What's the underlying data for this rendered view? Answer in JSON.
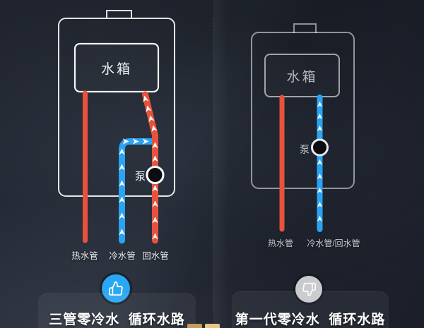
{
  "left": {
    "tank_label": "水箱",
    "pump_label": "泵",
    "pipes": {
      "hot": "热水管",
      "cold": "冷水管",
      "return": "回水管"
    },
    "title": "三管零冷水  循环水路",
    "verdict": "positive",
    "verdict_icon": "thumbs-up-icon"
  },
  "right": {
    "tank_label": "水箱",
    "pump_label": "泵",
    "pipes": {
      "hot": "热水管",
      "combined": "冷水管/回水管"
    },
    "title": "第一代零冷水  循环水路",
    "verdict": "negative",
    "verdict_icon": "thumbs-down-icon"
  },
  "colors": {
    "hot_pipe": "#e8523c",
    "cold_pipe": "#2aa3f2",
    "arrow": "#ffffff",
    "pump_fill": "#0b0d12",
    "thumbs_up_bg": "#29a7f2",
    "thumbs_down_bg": "#c9cacd",
    "title_text": "#ffffff",
    "accent_gold": "#e9c684"
  }
}
